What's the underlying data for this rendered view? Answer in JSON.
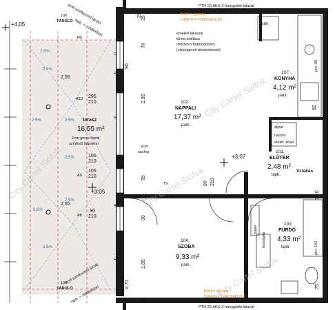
{
  "rooms": {
    "terasz": {
      "name": "terasz",
      "area": "16,55 m²",
      "note1": "2cm gress lapok",
      "note2": "szintező talpakon"
    },
    "nappali": {
      "number": "102.",
      "name": "NAPPALI",
      "area": "17,37 m²",
      "floor": "park."
    },
    "konyha": {
      "number": "107.",
      "name": "KONYHA",
      "area": "4,12 m²",
      "floor": "park."
    },
    "eloter": {
      "number": "101.",
      "name": "ELŐTÉR",
      "area": "2,48 m²",
      "floor": "lapb."
    },
    "szoba": {
      "number": "104.",
      "name": "SZOBA",
      "area": "9,33 m²",
      "floor": "park."
    },
    "furdo": {
      "number": "103.",
      "name": "FÜRDŐ",
      "area": "4,33 m²",
      "floor": "lapb."
    },
    "tarolo_top": {
      "number": "106",
      "name": "TÁROLÓ"
    },
    "tarolo_bottom": {
      "number": "106",
      "name": "TÁROLÓ"
    }
  },
  "labels": {
    "pth_top": "PTH 25 AKU Z hanggátló falazat",
    "pth_bottom": "PTH 25 AKU Z hanggátló falazat",
    "beltéri_top_1": "Beltéri egység",
    "beltéri_top_2": "DAIKIN FTXM25M2V1B",
    "beltéri_bottom_1": "Beltéri egység",
    "beltéri_bottom_2": "DAIKIN FTXM25M2V1B",
    "klima_1": "emeleti lakások",
    "klima_2": "klíma leállása",
    "klima_3": "d=63mm födémáttörés",
    "klima_4": "(vízszigetelt átvezetéssel)",
    "acel_1": "acél",
    "acel_2": "oszlop",
    "vi_lakas": "VI.lakás",
    "hutö": "hűtő",
    "bojler": "bojler",
    "mosogep": "mosógép",
    "aljzat": "aljzat",
    "elektr": "elektr. közp.",
    "naszto": "nasztó",
    "acel_tarolo_top": "acél szerkezetű tároló",
    "acel_tarolo_bottom": "acél szerkezetű tároló",
    "lapb_label_top": "lapb. + zöldtetőzet",
    "lapb_label_bottom": "lapb. + zöldtetőzet",
    "tv": "TV",
    "rb": "Rb",
    "r_labels": [
      "R",
      "R",
      "R",
      "R",
      "R"
    ],
    "a_labels": [
      "A10",
      "A9",
      "A8"
    ],
    "pm_1": "pm. 90",
    "pm_2": "pm. 150",
    "watermarks": [
      "City Cartel  Siófok",
      "City Cartel  Siófok",
      "City Cartel  Siófok",
      "City Cartel  Siófok"
    ]
  },
  "levels": {
    "top_left": "+4,05",
    "terrace": "+3,05",
    "living": "+3,07"
  },
  "slopes": [
    "2,5%",
    "2,5%",
    "2,5%",
    "2,5%",
    "2,5%",
    "2,5%",
    "2,5%",
    "2,5%"
  ],
  "dimensions": {
    "d_2_55_a": "2,55",
    "d_2_55_b": "2,55",
    "d_295_210": [
      "295",
      "210"
    ],
    "d_105_210_a": [
      "105",
      "210"
    ],
    "d_105_210_b": [
      "105",
      "210"
    ],
    "d_90_210_a": [
      "90",
      "210"
    ],
    "d_90_210_b": [
      "90",
      "210"
    ],
    "d_2_95": "2,95",
    "d_1_85": "1,85",
    "d_90": "90",
    "d_90_b": "90",
    "d_25_a": "25",
    "d_25_b": "25",
    "d_25_c": "25",
    "d_25_d": "25",
    "d_82": "82",
    "d_78": "78",
    "d_95": "95",
    "d_2_70": "2,70",
    "d_1_10": "1,10",
    "d_75": "75"
  },
  "colors": {
    "wall": "#1a1a1a",
    "terrace_fill": "#ece9e6",
    "orange": "#d9822b",
    "blue": "#3a6fb0",
    "red_dash": "#cc2222"
  }
}
